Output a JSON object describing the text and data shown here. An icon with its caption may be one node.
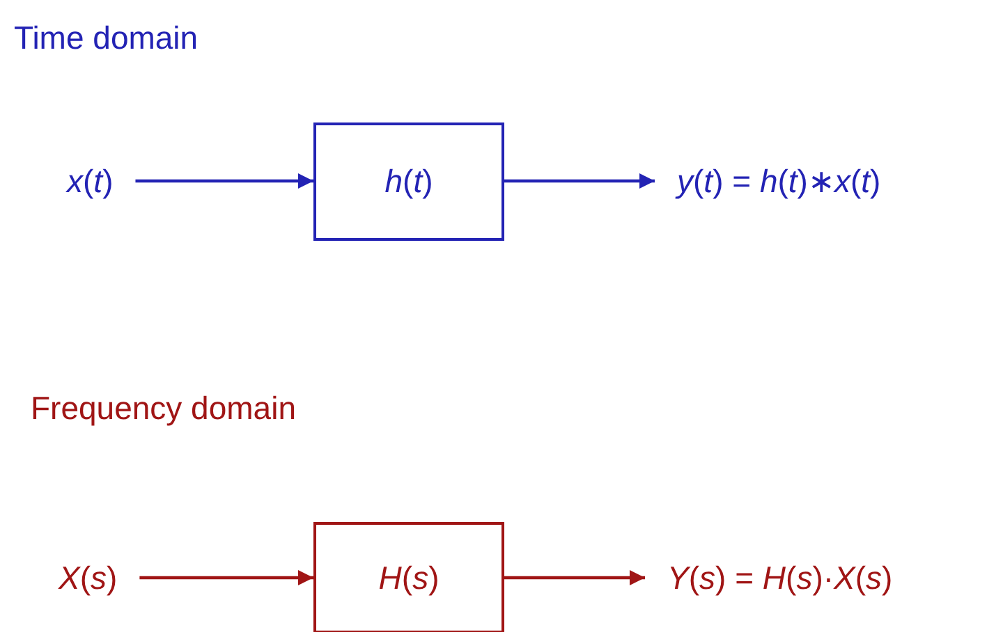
{
  "diagram": {
    "nodes": [
      {
        "text": [
          "*x*(*t*)"
        ]
      },
      {
        "text": [
          "*h*(*t*)"
        ]
      },
      {
        "text": [
          "*y*(*t*) = *h*(*t*)∗*x*(*t*)"
        ]
      },
      {
        "text": [
          "*X*(*s*)"
        ]
      },
      {
        "text": [
          "*H*(*s*)"
        ]
      },
      {
        "text": [
          "*Y*(*s*) = *H*(*s*)·*X*(*s*)"
        ]
      }
    ],
    "edges": [
      {
        "from": 0,
        "to": 1,
        "arrow": "to",
        "color": "#2323b4"
      },
      {
        "from": 1,
        "to": 2,
        "arrow": "to",
        "color": "#2323b4"
      },
      {
        "from": 3,
        "to": 4,
        "arrow": "to",
        "color": "#a01515"
      },
      {
        "from": 4,
        "to": 5,
        "arrow": "to",
        "color": "#a01515"
      }
    ],
    "labels": [
      "Time domain",
      "Frequency domain"
    ]
  }
}
